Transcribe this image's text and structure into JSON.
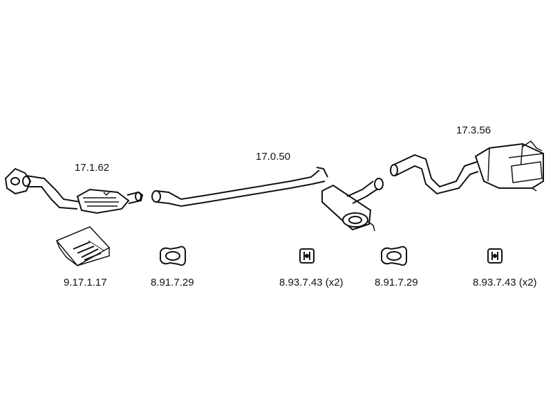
{
  "parts": [
    {
      "id": "front-pipe-catalyst",
      "number": "17.1.62"
    },
    {
      "id": "middle-pipe-silencer",
      "number": "17.0.50"
    },
    {
      "id": "rear-silencer",
      "number": "17.3.56"
    }
  ],
  "accessories": [
    {
      "id": "mounting-kit",
      "number": "9.17.1.17"
    },
    {
      "id": "clamp-1",
      "number": "8.91.7.29"
    },
    {
      "id": "rubber-mount-1",
      "number": "8.93.7.43 (x2)"
    },
    {
      "id": "clamp-2",
      "number": "8.91.7.29"
    },
    {
      "id": "rubber-mount-2",
      "number": "8.93.7.43 (x2)"
    }
  ],
  "colors": {
    "line": "#111111",
    "background": "#ffffff"
  }
}
